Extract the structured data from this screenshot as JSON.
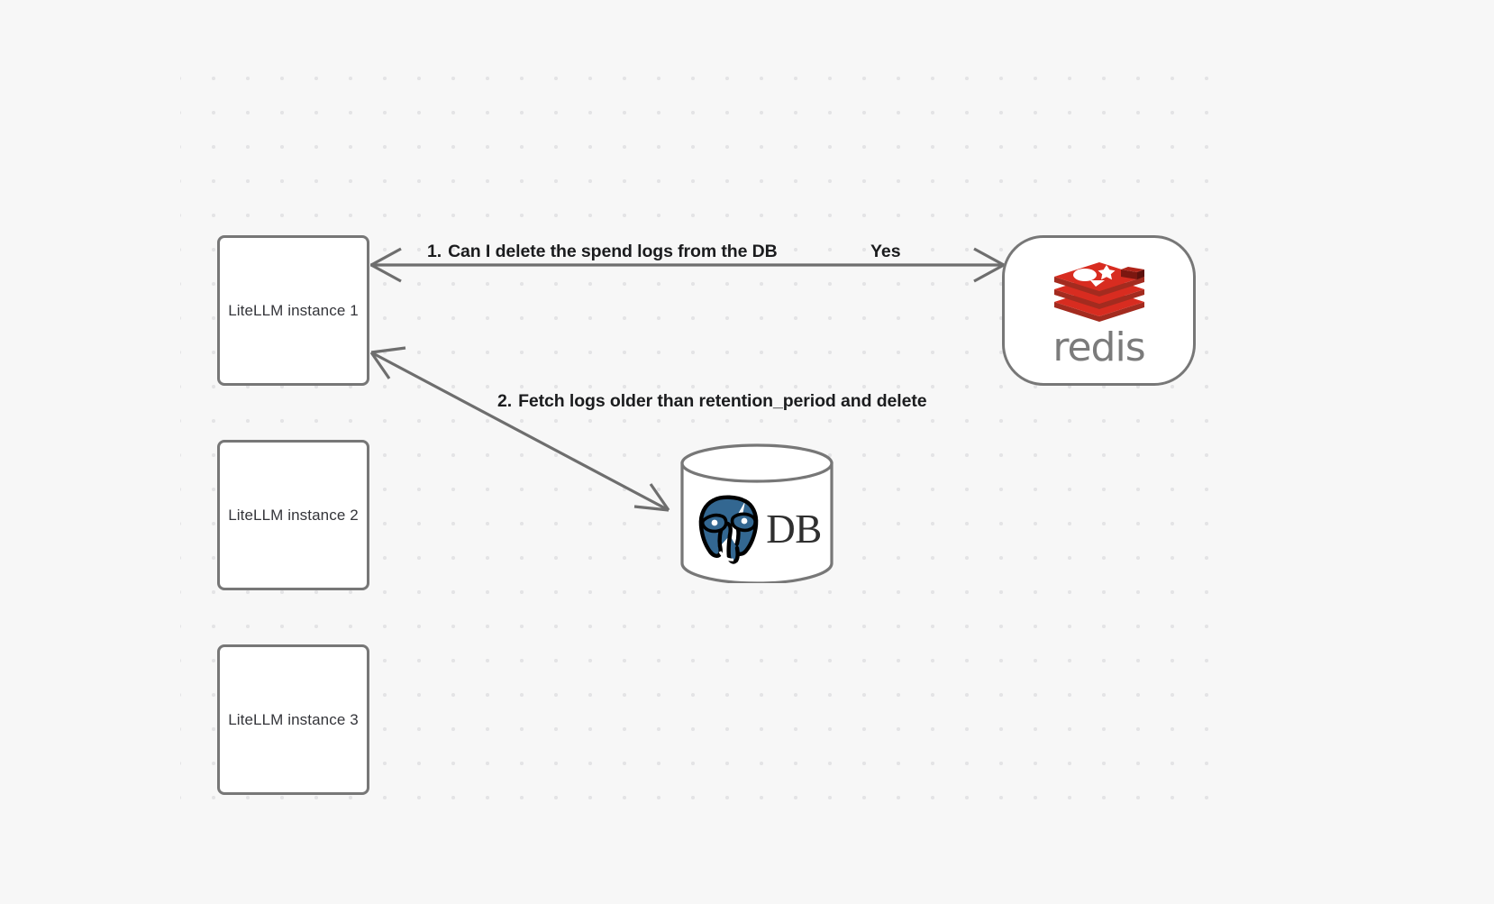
{
  "diagram": {
    "background_color": "#f7f7f7",
    "grid": {
      "dot_color": "#e4e4e6",
      "spacing": 38
    },
    "nodes": [
      {
        "id": "litellm-1",
        "label": "LiteLLM instance 1",
        "shape": "rounded-rect"
      },
      {
        "id": "litellm-2",
        "label": "LiteLLM instance 2",
        "shape": "rounded-rect"
      },
      {
        "id": "litellm-3",
        "label": "LiteLLM instance 3",
        "shape": "rounded-rect"
      },
      {
        "id": "redis",
        "label": "redis",
        "shape": "stadium",
        "logo": "redis-logo",
        "logo_color": "#d82c20",
        "wordmark_color": "#7b7b7b"
      },
      {
        "id": "db",
        "label": "DB",
        "shape": "cylinder",
        "logo": "postgresql-elephant-logo",
        "logo_color": "#336791"
      }
    ],
    "edges": [
      {
        "id": "edge-1",
        "from": "redis",
        "to": "litellm-1",
        "number": "1.",
        "label": "Can I delete the spend logs from the DB",
        "reply_label": "Yes",
        "color": "#6e6e6e"
      },
      {
        "id": "edge-2",
        "from": "litellm-1",
        "to": "db",
        "number": "2.",
        "label": "Fetch logs older than retention_period and delete",
        "color": "#6e6e6e"
      }
    ]
  }
}
